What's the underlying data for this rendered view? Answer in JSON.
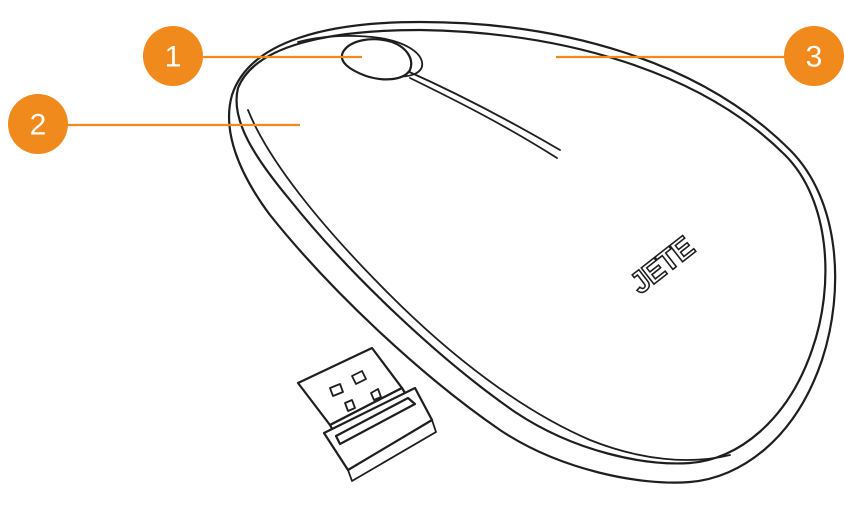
{
  "diagram": {
    "accent_color": "#f08a1c",
    "callouts": [
      {
        "number": "1"
      },
      {
        "number": "2"
      },
      {
        "number": "3"
      }
    ],
    "logo": "JETE"
  }
}
